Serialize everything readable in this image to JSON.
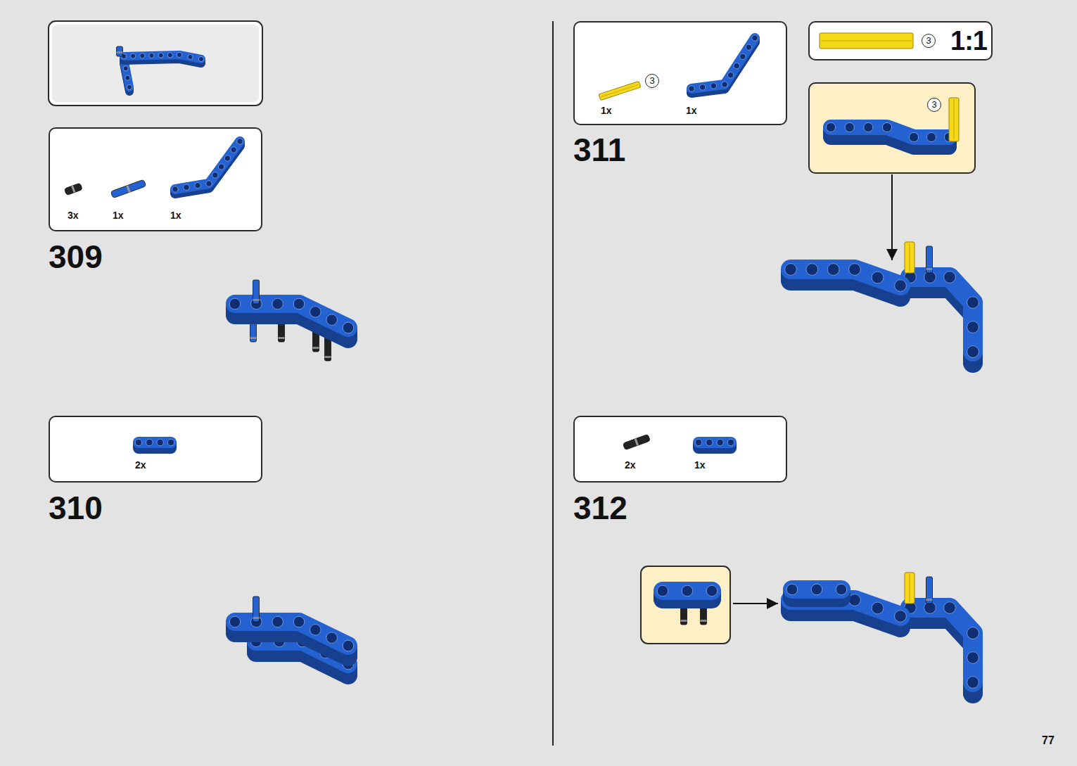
{
  "diagram": {
    "nodes": [
      {
        "text": [
          "3x",
          "1x",
          "1x"
        ]
      },
      {
        "text": [
          "2x"
        ]
      },
      {
        "text": [
          "1x",
          "1x",
          "3"
        ]
      },
      {
        "text": [
          "3",
          "1:1"
        ]
      },
      {
        "text": [
          "3"
        ]
      },
      {
        "text": [
          "2x",
          "1x"
        ]
      }
    ],
    "labels": [
      "309",
      "310",
      "311",
      "312",
      "77"
    ]
  }
}
